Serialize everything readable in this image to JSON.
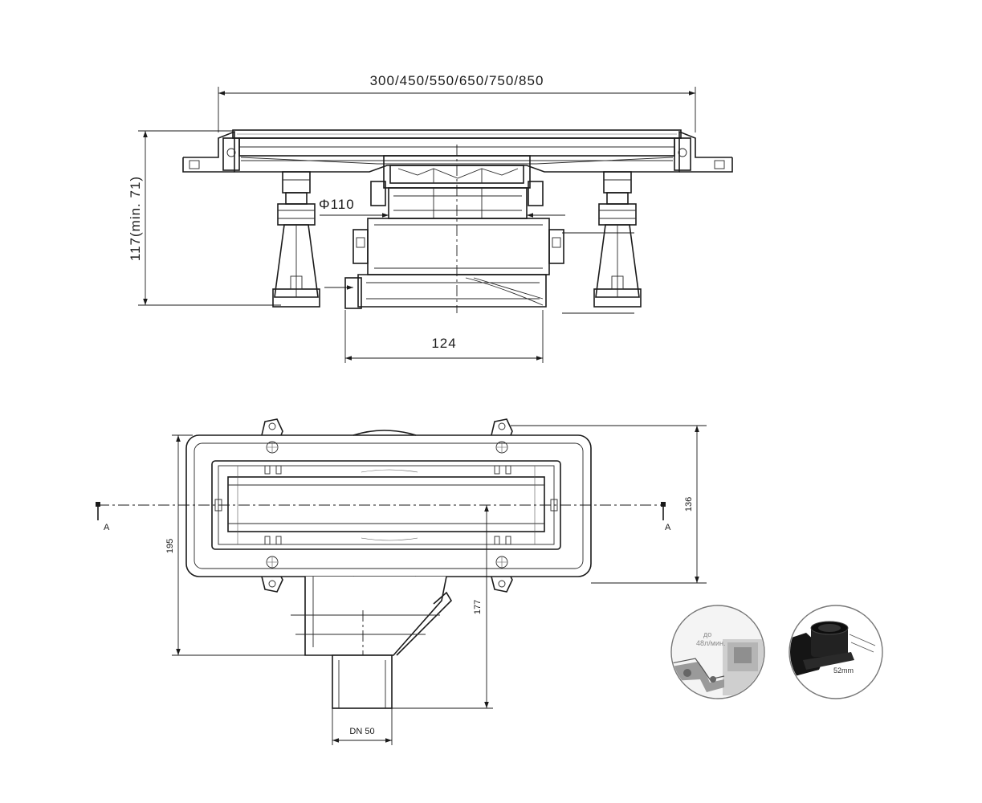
{
  "dimensions": {
    "width_options": "300/450/550/650/750/850",
    "height": "117(min. 71)",
    "pipe_diameter": "Φ110",
    "outlet_width": "124",
    "plan_depth": "136",
    "plan_total_depth": "195",
    "outlet_offset": "177",
    "outlet_size": "DN 50"
  },
  "section_marks": {
    "left": "A",
    "right": "A"
  },
  "detail_left": {
    "flow_label_line1": "до",
    "flow_label_line2": "48л/мин."
  },
  "detail_right": {
    "size_label": "52mm"
  }
}
